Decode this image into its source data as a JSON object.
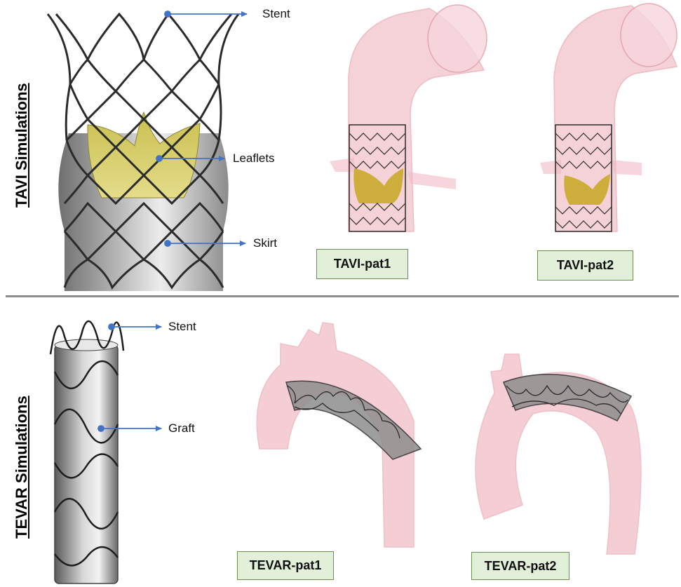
{
  "sections": {
    "tavi": {
      "title": "TAVI Simulations",
      "callouts": {
        "stent": "Stent",
        "leaflets": "Leaflets",
        "skirt": "Skirt"
      },
      "labels": {
        "pat1": "TAVI-pat1",
        "pat2": "TAVI-pat2"
      }
    },
    "tevar": {
      "title": "TEVAR Simulations",
      "callouts": {
        "stent": "Stent",
        "graft": "Graft"
      },
      "labels": {
        "pat1": "TEVAR-pat1",
        "pat2": "TEVAR-pat2"
      }
    }
  },
  "colors": {
    "arrow": "#4472c4",
    "label_fill": "#e2efd9",
    "label_border": "#6f8d4e",
    "aorta": "#f1b9c4",
    "leaflet": "#d9cf6a",
    "stent": "#2b2b2b",
    "divider": "#8c8c8c"
  }
}
